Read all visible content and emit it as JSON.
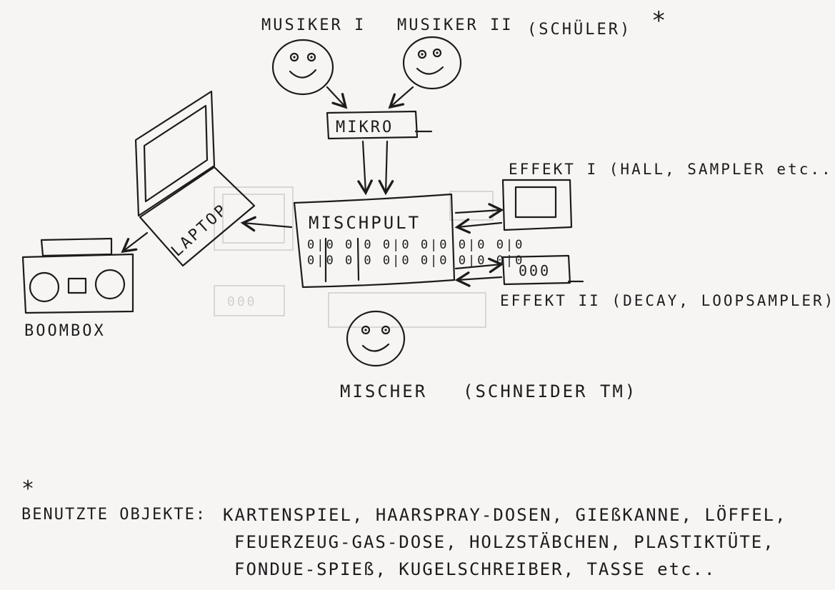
{
  "labels": {
    "musician1": "MUSIKER I",
    "musician2": "MUSIKER II",
    "students": "(SCHÜLER)",
    "asterisk": "*",
    "mikro": "MIKRO",
    "laptop": "LAPTOP",
    "mischpult": "MISCHPULT",
    "effect1": "EFFEKT I (HALL, SAMPLER etc..)",
    "effect2": "EFFEKT II (DECAY, LOOPSAMPLER)",
    "effect2_knobs": "000",
    "boombox": "BOOMBOX",
    "mischer": "MISCHER",
    "mischer_name": "(SCHNEIDER TM)",
    "faint_knobs": "000"
  },
  "footnote": {
    "asterisk": "*",
    "label": "BENUTZTE OBJEKTE:",
    "line1": "KARTENSPIEL, HAARSPRAY-DOSEN, GIEßKANNE, LÖFFEL,",
    "line2": "FEUERZEUG-GAS-DOSE, HOLZSTÄBCHEN, PLASTIKTÜTE,",
    "line3": "FONDUE-SPIEß, KUGELSCHREIBER, TASSE etc.."
  },
  "mixer_knobs": {
    "row1": "0|0 0|0 0|0 0|0 0|0 0|0",
    "row2": "0|0 0|0 0|0 0|0 0|0 0|0"
  }
}
